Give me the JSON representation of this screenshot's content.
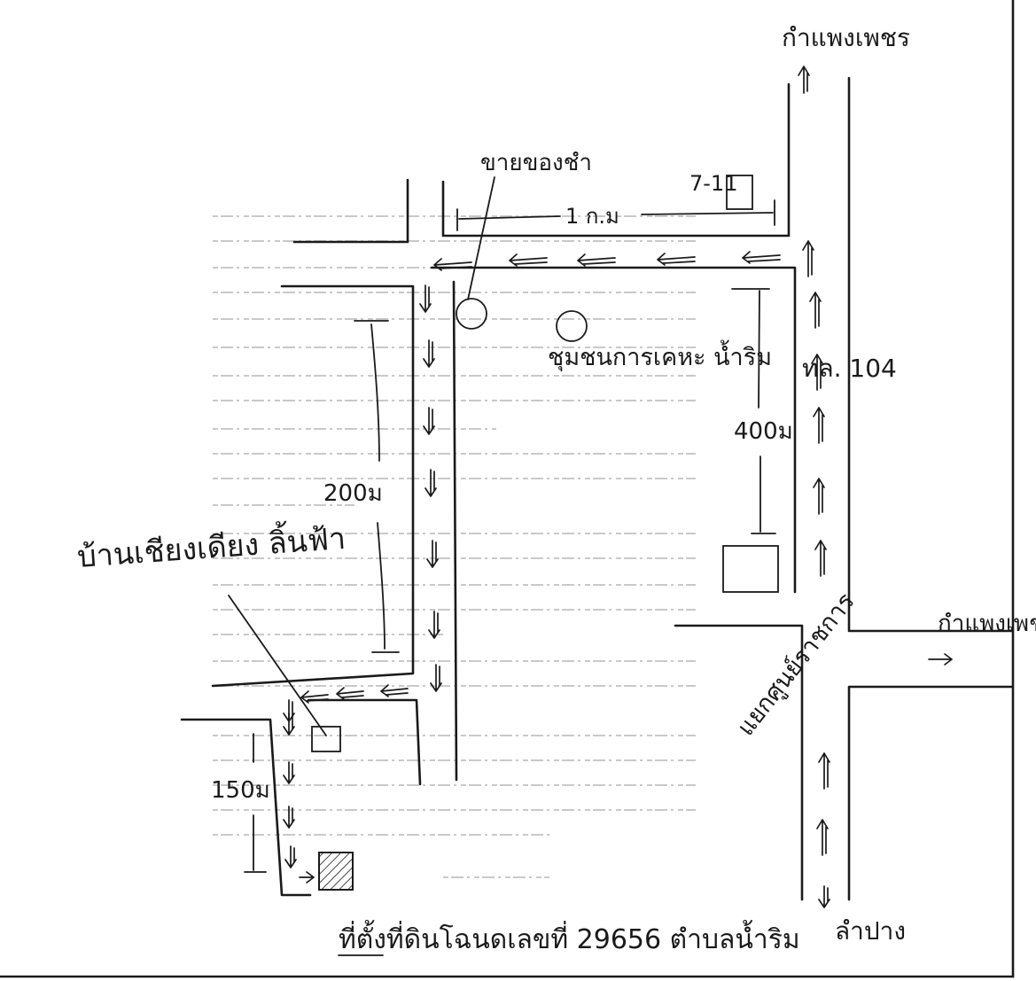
{
  "labels": {
    "top_destination": "กำแพงเพชร",
    "right_destination": "กำแพงเพชร",
    "bottom_destination": "ลำปาง",
    "highway": "ทล. 104",
    "seven_eleven": "7-11",
    "distance_1km": "1 ก.ม",
    "landmark_market": "ขายของชำ",
    "community": "ชุมชนการเคหะ น้ำริม",
    "house": "บ้านเชียงเดียง ลิ้นฟ้า",
    "dist_200": "200ม",
    "dist_400": "400ม",
    "dist_150": "150ม",
    "intersection": "แยกศูนย์ราชการ",
    "caption": "ที่ตั้งที่ดินโฉนดเลขที่ 29656 ตำบลน้ำริม"
  },
  "colors": {
    "ink": "#1a1a1a",
    "paper": "#ffffff",
    "faded_text": "#c9c9c9"
  },
  "icons": {
    "arrow": "direction-arrow",
    "target": "hatched-square"
  }
}
